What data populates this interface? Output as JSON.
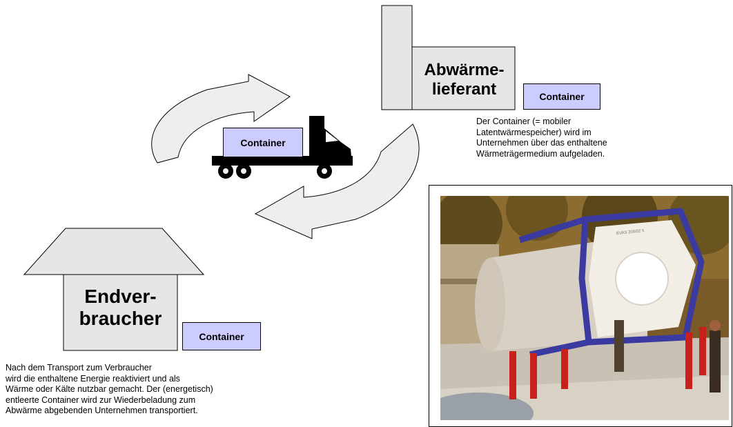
{
  "supplier": {
    "label": "Abwärme-\nlieferant",
    "container_label": "Container",
    "note": "Der Container (= mobiler\nLatentwärmespeicher) wird im\nUnternehmen über das enthaltene\nWärmeträgermedium aufgeladen."
  },
  "consumer": {
    "label": "Endver-\nbraucher",
    "container_label": "Container",
    "note": "Nach dem Transport zum Verbraucher\nwird die enthaltene Energie reaktiviert und als\nWärme oder Kälte nutzbar gemacht. Der (energetisch)\nentleerte Container wird zur Wiederbeladung zum\nAbwärme abgebenden Unternehmen transportiert."
  },
  "truck": {
    "container_label": "Container"
  },
  "photo": {
    "tank_text": "EVAS 200/02 5"
  },
  "colors": {
    "building_fill": "#e6e6e6",
    "container_fill": "#ccccff",
    "arrow_fill": "#eeeeee"
  }
}
